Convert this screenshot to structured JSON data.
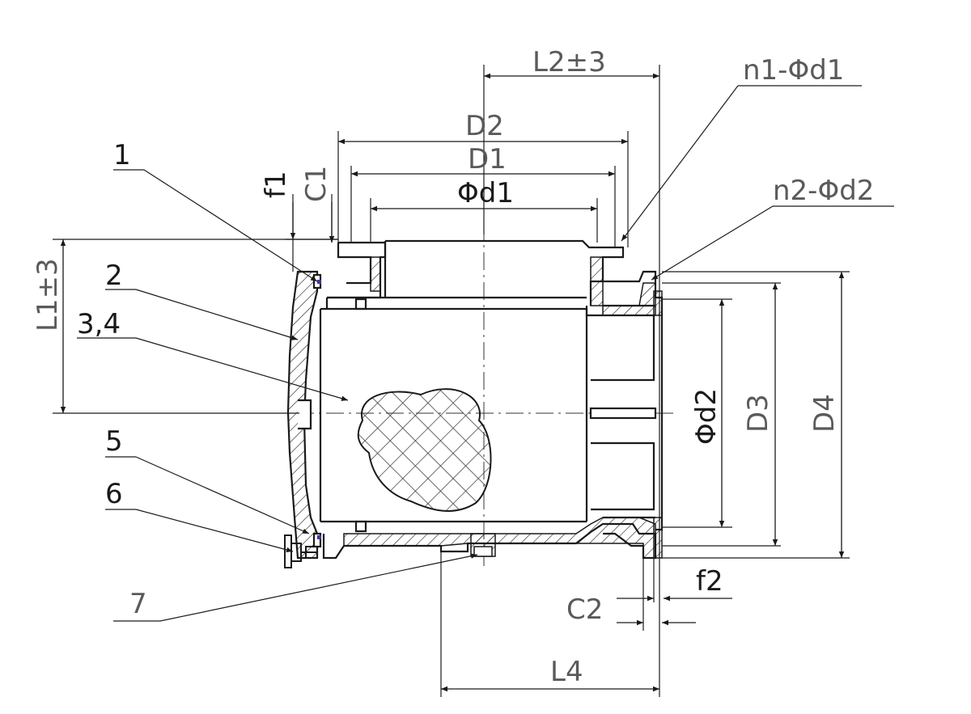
{
  "drawing": {
    "colors": {
      "line": "#1a1a1a",
      "dim": "#333333",
      "light_text": "#5a5a5a",
      "mesh": "#333333",
      "seal": "#3a3aa0"
    },
    "part_labels": [
      "1",
      "2",
      "3,4",
      "5",
      "6",
      "7"
    ],
    "dimensions": {
      "L2": "L2±3",
      "L1": "L1±3",
      "L4": "L4",
      "D1": "D1",
      "D2": "D2",
      "D3": "D3",
      "D4": "D4",
      "d1": "Φd1",
      "d2": "Φd2",
      "n1": "n1-Φd1",
      "n2": "n2-Φd2",
      "f1": "f1",
      "f2": "f2",
      "C1": "C1",
      "C2": "C2"
    }
  }
}
